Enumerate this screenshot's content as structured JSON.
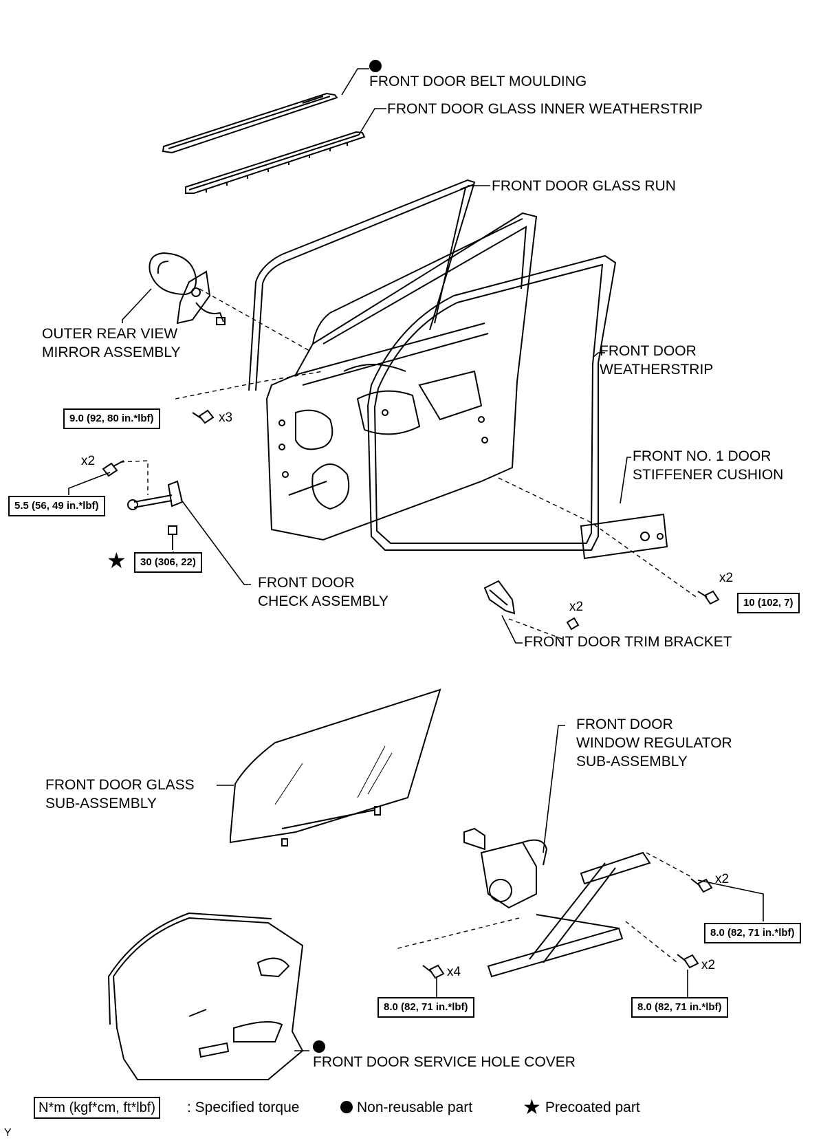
{
  "parts": {
    "belt_moulding": "FRONT DOOR BELT MOULDING",
    "glass_inner_weatherstrip": "FRONT DOOR GLASS INNER WEATHERSTRIP",
    "glass_run": "FRONT DOOR GLASS RUN",
    "mirror": [
      "OUTER REAR VIEW",
      "MIRROR ASSEMBLY"
    ],
    "door_weatherstrip": [
      "FRONT DOOR",
      "WEATHERSTRIP"
    ],
    "stiffener_cushion": [
      "FRONT NO. 1 DOOR",
      "STIFFENER CUSHION"
    ],
    "check_assembly": [
      "FRONT DOOR",
      "CHECK ASSEMBLY"
    ],
    "trim_bracket": "FRONT DOOR TRIM BRACKET",
    "door_glass": [
      "FRONT DOOR GLASS",
      "SUB-ASSEMBLY"
    ],
    "window_regulator": [
      "FRONT DOOR",
      "WINDOW REGULATOR",
      "SUB-ASSEMBLY"
    ],
    "service_hole_cover": "FRONT DOOR SERVICE HOLE COVER"
  },
  "torques": {
    "mirror": "9.0 (92, 80 in.*lbf)",
    "check_upper": "5.5 (56, 49 in.*lbf)",
    "check_lower": "30 (306, 22)",
    "cushion": "10 (102, 7)",
    "regulator_right": "8.0 (82, 71 in.*lbf)",
    "regulator_left": "8.0 (82, 71 in.*lbf)",
    "regulator_lower": "8.0 (82, 71 in.*lbf)"
  },
  "quantities": {
    "mirror": "x3",
    "check": "x2",
    "cushion": "x2",
    "trim_bracket": "x2",
    "regulator_right": "x2",
    "regulator_left": "x4",
    "regulator_lower": "x2"
  },
  "legend": {
    "torque_box": "N*m (kgf*cm, ft*lbf)",
    "torque_text": ": Specified torque",
    "nonreusable": "Non-reusable part",
    "precoated": "Precoated part"
  },
  "corner_mark": "Y"
}
